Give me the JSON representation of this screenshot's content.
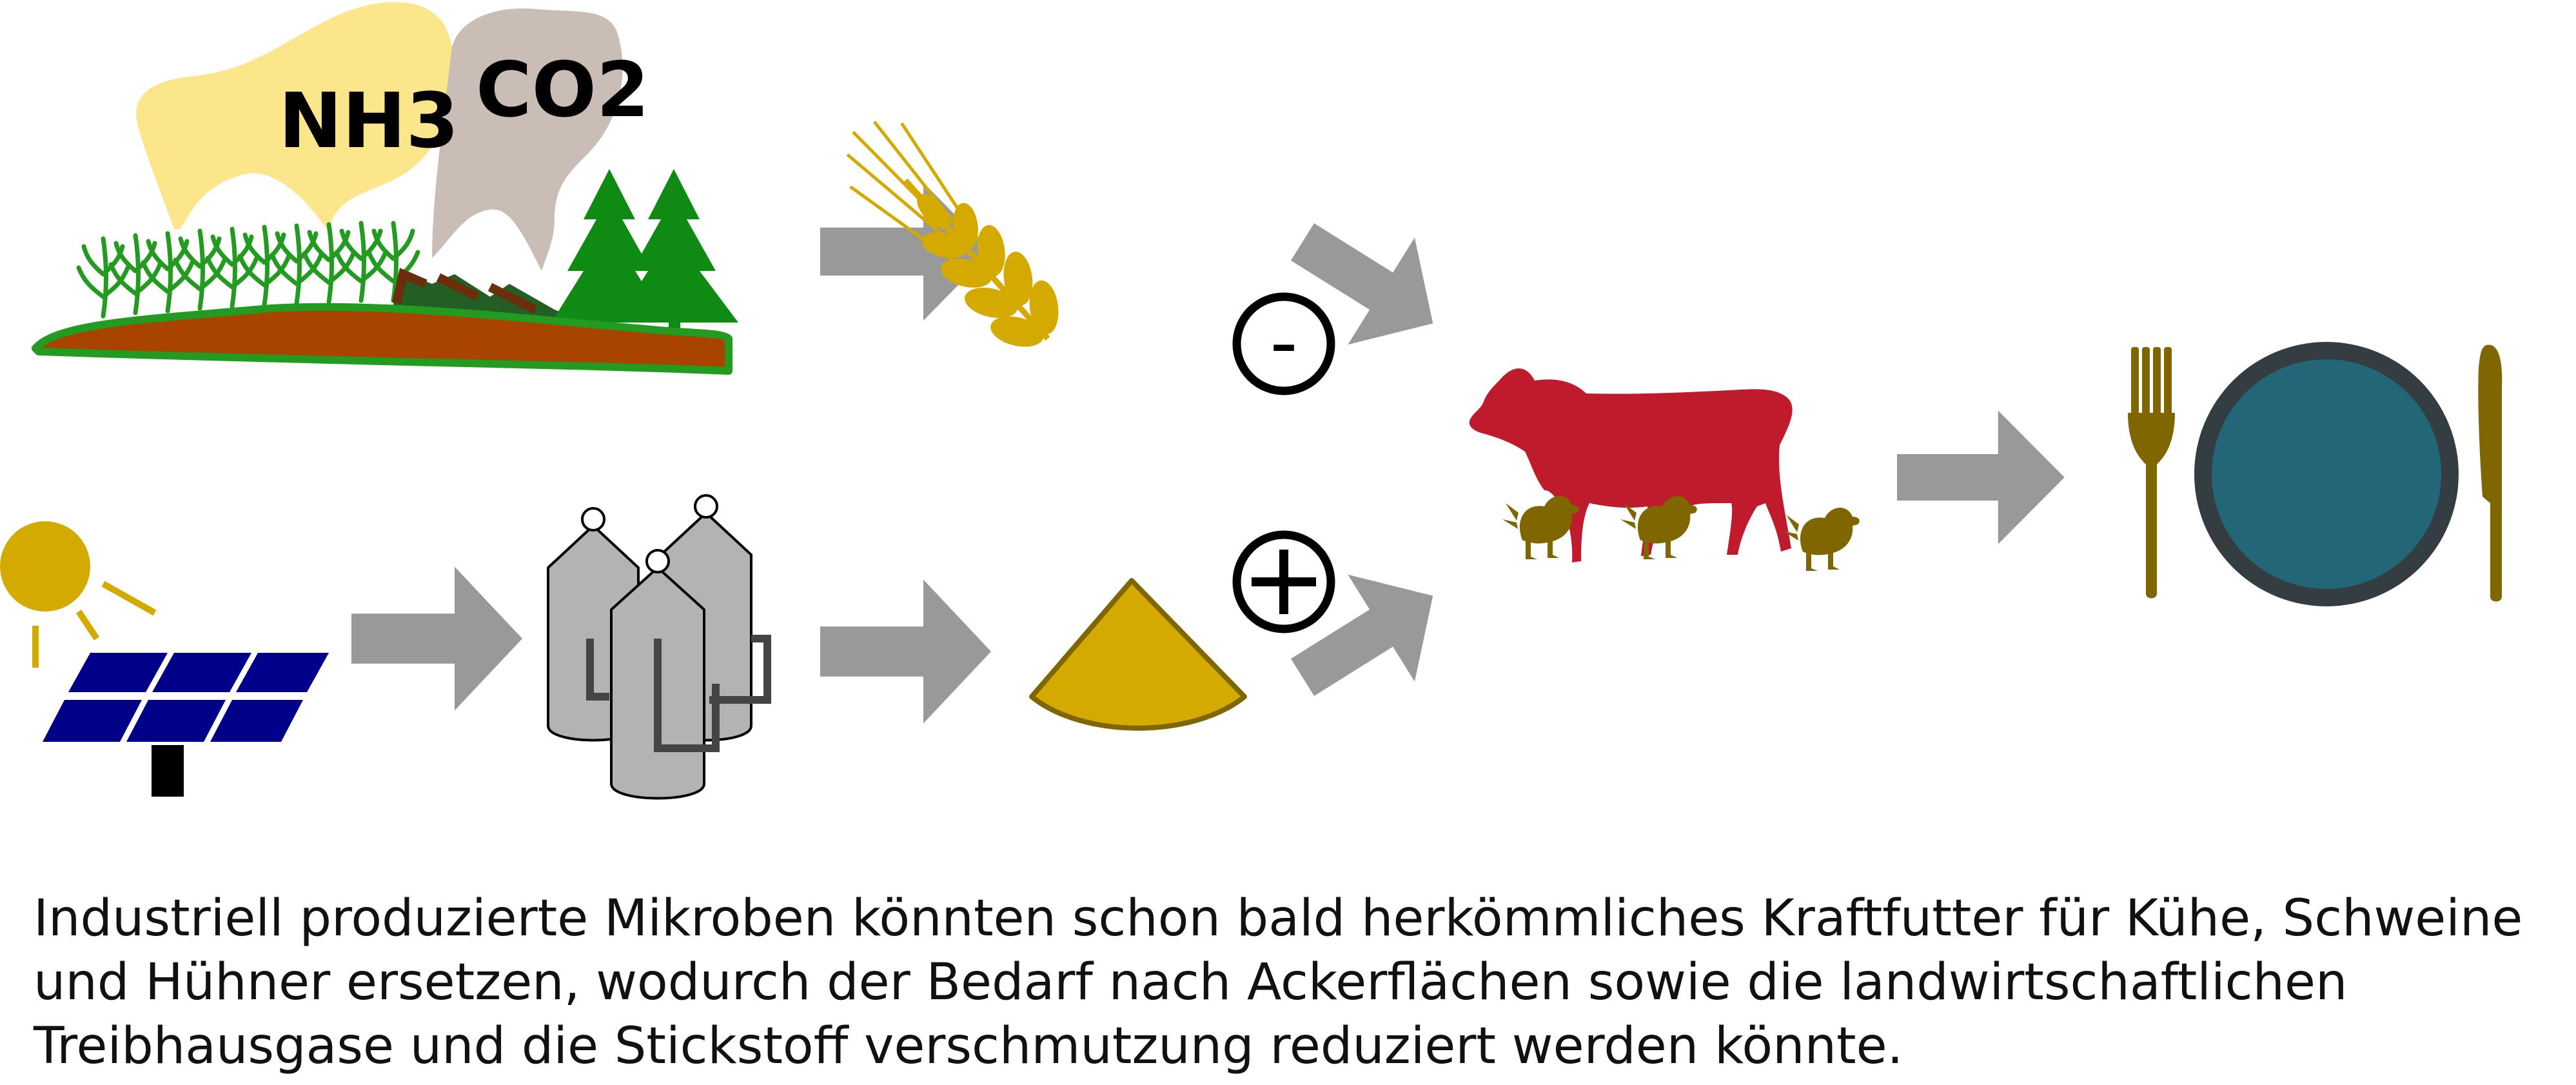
{
  "clouds": {
    "nh3_label": "NH3",
    "co2_label": "CO2"
  },
  "signs": {
    "minus": "-",
    "plus": "+"
  },
  "caption": {
    "line1": "Industriell produzierte Mikroben könnten schon bald herkömmliches Kraftfutter für Kühe, Schweine",
    "line2": "und Hühner ersetzen, wodurch der Bedarf nach Ackerflächen sowie die landwirtschaftlichen",
    "line3": "Treibhausgase und die Stickstoff verschmutzung reduziert werden könnte."
  },
  "colors": {
    "nh3_cloud": "#fce68c",
    "co2_cloud": "#c9bdb6",
    "soil": "#a84300",
    "grass": "#239a20",
    "trees": "#0f8a12",
    "arrow": "#999999",
    "grain": "#d4aa00",
    "sun": "#d4aa00",
    "solar_panel": "#000088",
    "fermenter": "#b3b3b3",
    "feed_pile": "#d4aa00",
    "cow": "#c01b2d",
    "chicken": "#806600",
    "cutlery": "#806600",
    "plate": "#226677",
    "plate_rim": "#333d42"
  },
  "icons": [
    "farmland-emissions-icon",
    "wheat-icon",
    "solar-panel-icon",
    "sun-icon",
    "fermenter-tanks-icon",
    "microbial-feed-pile-icon",
    "minus-sign-icon",
    "plus-sign-icon",
    "cow-icon",
    "chicken-icon",
    "fork-icon",
    "plate-icon",
    "knife-icon",
    "arrow-icon"
  ]
}
